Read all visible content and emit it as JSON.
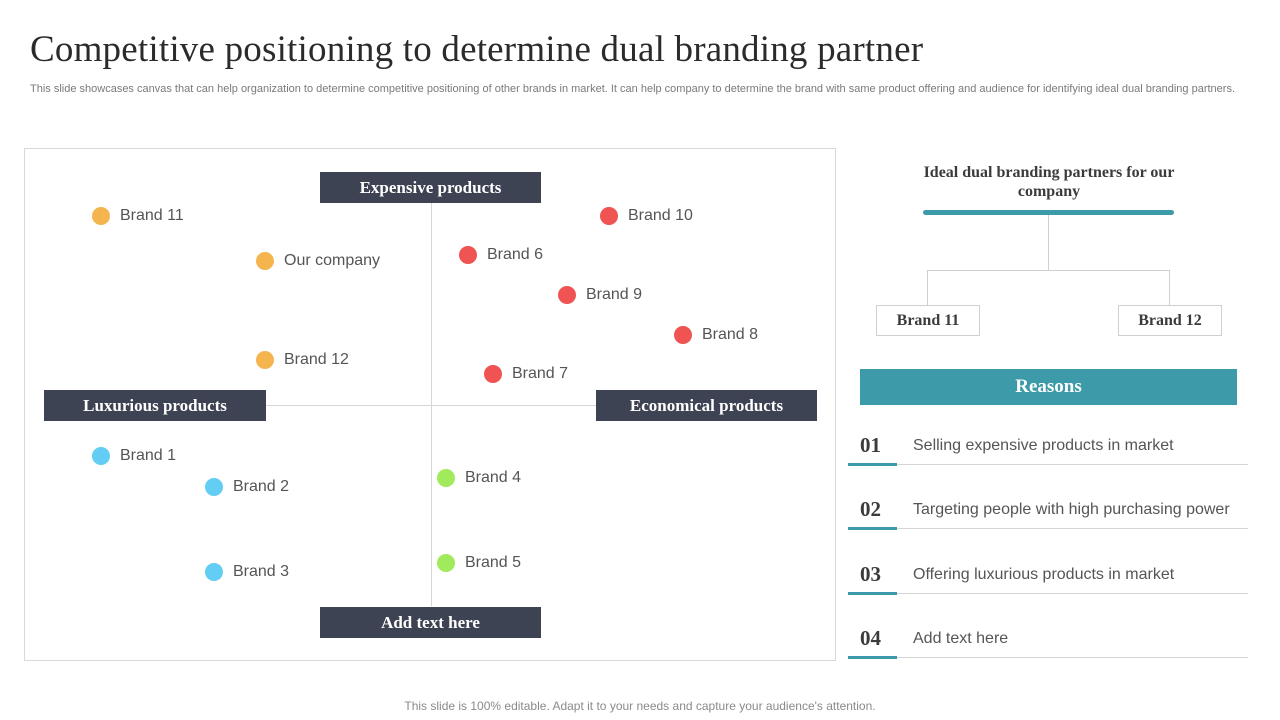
{
  "title": "Competitive positioning to determine dual branding partner",
  "subtitle": "This slide showcases canvas that can help organization to determine competitive positioning of other brands in market. It can help company to determine the brand with same product offering and audience for identifying ideal dual branding partners.",
  "matrix": {
    "top_label": "Expensive products",
    "bottom_label": "Add text here",
    "left_label": "Luxurious products",
    "right_label": "Economical products",
    "brands": [
      {
        "name": "Brand 11",
        "color": "#f5b54e"
      },
      {
        "name": "Our company",
        "color": "#f5b54e"
      },
      {
        "name": "Brand 12",
        "color": "#f5b54e"
      },
      {
        "name": "Brand 10",
        "color": "#ef5352"
      },
      {
        "name": "Brand 6",
        "color": "#ef5352"
      },
      {
        "name": "Brand 9",
        "color": "#ef5352"
      },
      {
        "name": "Brand 8",
        "color": "#ef5352"
      },
      {
        "name": "Brand 7",
        "color": "#ef5352"
      },
      {
        "name": "Brand 1",
        "color": "#64cdf3"
      },
      {
        "name": "Brand 2",
        "color": "#64cdf3"
      },
      {
        "name": "Brand 3",
        "color": "#64cdf3"
      },
      {
        "name": "Brand 4",
        "color": "#a0ea5b"
      },
      {
        "name": "Brand 5",
        "color": "#a0ea5b"
      }
    ]
  },
  "ideal": {
    "title": "Ideal dual branding partners for our company",
    "partners": [
      "Brand 11",
      "Brand 12"
    ]
  },
  "reasons": {
    "header": "Reasons",
    "items": [
      {
        "num": "01",
        "text": "Selling expensive products in market"
      },
      {
        "num": "02",
        "text": "Targeting people with high purchasing power"
      },
      {
        "num": "03",
        "text": "Offering luxurious products in market"
      },
      {
        "num": "04",
        "text": "Add text here"
      }
    ]
  },
  "footer": "This slide is 100% editable. Adapt it to your needs and capture your audience's attention.",
  "colors": {
    "accent": "#3d9aa8",
    "label_bg": "#3e4353"
  }
}
